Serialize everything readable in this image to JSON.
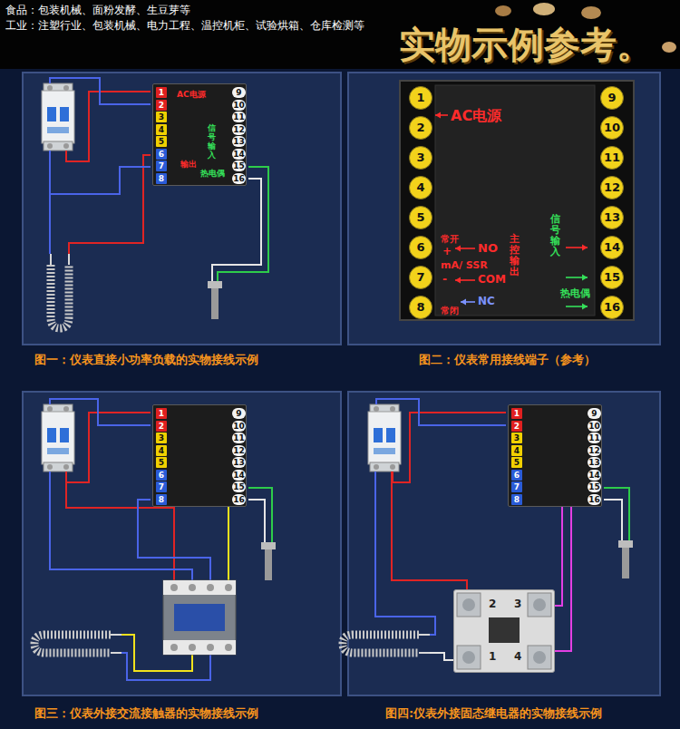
{
  "diagram": {
    "title": "实物示例参考。",
    "nodes": [
      {
        "text": [
          "1",
          "2",
          "3",
          "4",
          "5",
          "6",
          "7",
          "8",
          "9",
          "10",
          "11",
          "12",
          "13",
          "14",
          "15",
          "16",
          "AC电源",
          "信号输入",
          "输出",
          "热电偶"
        ]
      },
      {
        "text": [
          "AC电源",
          "常开",
          "+",
          "NO",
          "mA/ SSR",
          "-",
          "COM",
          "NC",
          "常闭",
          "主控输出",
          "信号输入",
          "热电偶"
        ]
      },
      {
        "text": [
          "1"
        ],
        "in": 1
      },
      {
        "text": [
          "2"
        ],
        "in": 1
      },
      {
        "text": [
          "3"
        ],
        "in": 1
      },
      {
        "text": [
          "4"
        ],
        "in": 1
      },
      {
        "text": [
          "5"
        ],
        "in": 1
      },
      {
        "text": [
          "6"
        ],
        "in": 1
      },
      {
        "text": [
          "7"
        ],
        "in": 1
      },
      {
        "text": [
          "8"
        ],
        "in": 1
      },
      {
        "text": [
          "9"
        ],
        "in": 1
      },
      {
        "text": [
          "10"
        ],
        "in": 1
      },
      {
        "text": [
          "11"
        ],
        "in": 1
      },
      {
        "text": [
          "12"
        ],
        "in": 1
      },
      {
        "text": [
          "13"
        ],
        "in": 1
      },
      {
        "text": [
          "14"
        ],
        "in": 1
      },
      {
        "text": [
          "15"
        ],
        "in": 1
      },
      {
        "text": [
          "16"
        ],
        "in": 1
      },
      {
        "text": [
          "1",
          "2",
          "3",
          "4",
          "5",
          "6",
          "7",
          "8",
          "9",
          "10",
          "11",
          "12",
          "13",
          "14",
          "15",
          "16"
        ]
      },
      {
        "text": [
          "1",
          "2",
          "3",
          "4",
          "5",
          "6",
          "7",
          "8",
          "9",
          "10",
          "11",
          "12",
          "13",
          "14",
          "15",
          "16"
        ]
      },
      {
        "text": [
          "2",
          "3",
          "1",
          "4"
        ]
      }
    ],
    "edges": [
      {
        "from": 19,
        "to": 20,
        "arrow": "none"
      },
      {
        "from": 19,
        "to": 20,
        "arrow": "none"
      }
    ],
    "labels": [
      "食品：包装机械、面粉发酵、生豆芽等",
      "工业：注塑行业、包装机械、电力工程、温控机柜、试验烘箱、仓库检测等",
      "图一：仪表直接小功率负载的实物接线示例",
      "图二：仪表常用接线端子（参考）",
      "图三：仪表外接交流接触器的实物接线示例",
      "图四:仪表外接固态继电器的实物接线示例"
    ]
  }
}
